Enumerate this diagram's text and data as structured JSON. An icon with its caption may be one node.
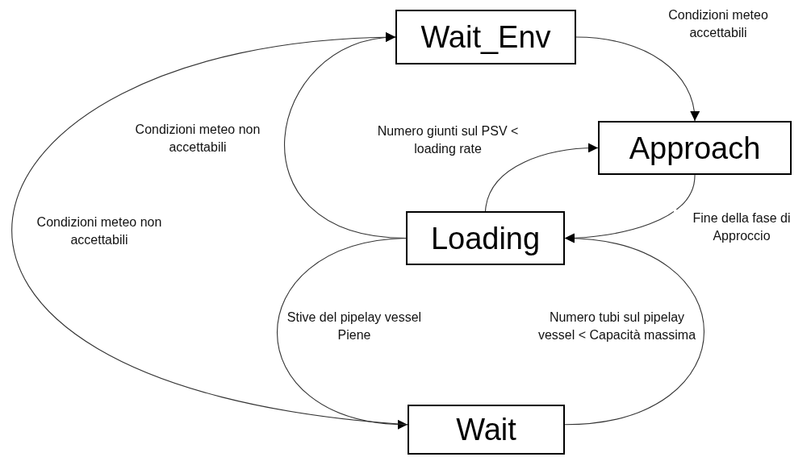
{
  "diagram": {
    "nodes": [
      {
        "text": [
          "Wait_Env"
        ]
      },
      {
        "text": [
          "Approach"
        ]
      },
      {
        "text": [
          "Loading"
        ]
      },
      {
        "text": [
          "Wait"
        ]
      }
    ],
    "edges": [
      {
        "from": 0,
        "to": 1,
        "arrow": "to",
        "label": "Condizioni meteo accettabili"
      },
      {
        "from": 1,
        "to": 2,
        "arrow": "to",
        "label": "Fine della fase di Approccio"
      },
      {
        "from": 2,
        "to": 1,
        "arrow": "to",
        "label": "Numero giunti sul PSV < loading rate"
      },
      {
        "from": 2,
        "to": 0,
        "arrow": "to",
        "label": "Condizioni meteo non accettabili"
      },
      {
        "from": 2,
        "to": 3,
        "arrow": "to",
        "label": "Stive del pipelay vessel Piene"
      },
      {
        "from": 3,
        "to": 2,
        "arrow": "to",
        "label": "Numero tubi sul pipelay vessel < Capacità massima"
      },
      {
        "from": 3,
        "to": 0,
        "arrow": "to",
        "label": "Condizioni meteo non accettabili"
      }
    ]
  }
}
